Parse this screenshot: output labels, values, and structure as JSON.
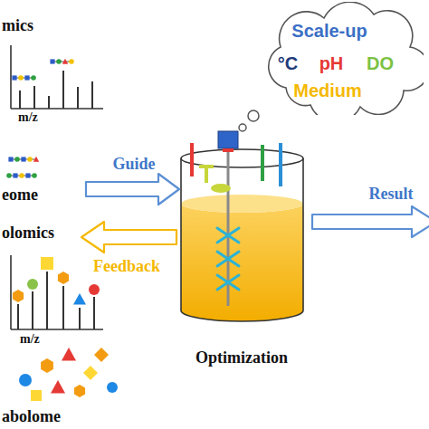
{
  "diagram": {
    "nodes": [
      {
        "text": [
          "Scale-up",
          "°C",
          "pH",
          "DO",
          "Medium"
        ]
      },
      {
        "text": [
          "Optimization"
        ]
      }
    ],
    "labels": [
      "mics",
      "m/z",
      "eome",
      "olomics",
      "m/z",
      "abolome",
      "Guide",
      "Feedback",
      "Result"
    ]
  }
}
